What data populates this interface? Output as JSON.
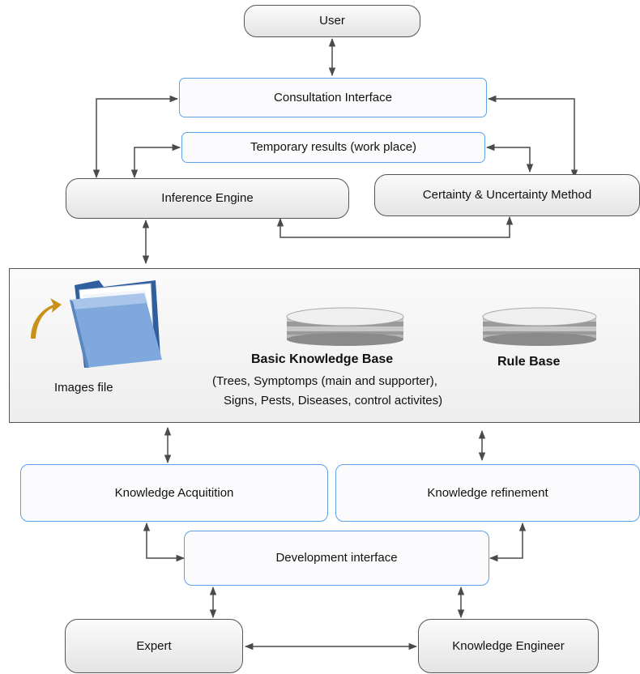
{
  "nodes": {
    "user": "User",
    "consultation": "Consultation Interface",
    "temporary": "Temporary results (work place)",
    "inference": "Inference Engine",
    "certainty": "Certainty & Uncertainty Method",
    "acquisition": "Knowledge Acquitition",
    "refinement": "Knowledge refinement",
    "development": "Development interface",
    "expert": "Expert",
    "engineer": "Knowledge Engineer"
  },
  "panel": {
    "images_file": "Images file",
    "basic_kb_title": "Basic Knowledge Base",
    "basic_kb_desc_line1": "(Trees, Symptomps (main and supporter),",
    "basic_kb_desc_line2": "Signs, Pests, Diseases, control activites)",
    "rule_base": "Rule Base"
  },
  "colors": {
    "box_border": "#555555",
    "interface_border": "#5ea1e6",
    "arrow": "#4a4a4a",
    "folder": "#6f9fd8",
    "curved_arrow": "#c8921a"
  },
  "icons": [
    "folder-icon",
    "database-icon",
    "curved-arrow-icon"
  ]
}
